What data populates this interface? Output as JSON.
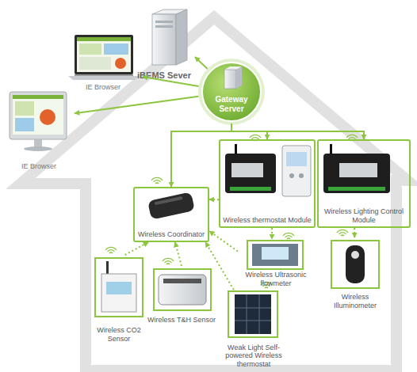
{
  "diagram": {
    "nodes": [
      {
        "text": [
          "iBEMS Sever"
        ]
      },
      {
        "text": [
          "IE Browser"
        ]
      },
      {
        "text": [
          "Gateway Server"
        ]
      },
      {
        "text": [
          "IE Browser"
        ]
      },
      {
        "text": [
          "Wireless thermostat Module"
        ]
      },
      {
        "text": [
          "Wireless Lighting Control Module"
        ]
      },
      {
        "text": [
          "Wireless Coordinator"
        ]
      },
      {
        "text": [
          "Wireless Ultrasonic flowmeter"
        ]
      },
      {
        "text": [
          "Wireless Illuminometer"
        ]
      },
      {
        "text": [
          "Wireless CO2 Sensor"
        ]
      },
      {
        "text": [
          "Wireless T&H Sensor"
        ]
      },
      {
        "text": [
          "Weak Light Self-powered Wireless thermostat"
        ]
      }
    ],
    "edges": [
      {
        "from": 2,
        "to": 0,
        "arrow": "to"
      },
      {
        "from": 2,
        "to": 1,
        "arrow": "to"
      },
      {
        "from": 2,
        "to": 3,
        "arrow": "to"
      },
      {
        "from": 2,
        "to": 6,
        "arrow": "to"
      },
      {
        "from": 2,
        "to": 4,
        "arrow": "to"
      },
      {
        "from": 2,
        "to": 5,
        "arrow": "to"
      },
      {
        "from": 4,
        "to": 6,
        "arrow": "to"
      },
      {
        "from": 4,
        "to": 7,
        "arrow": "to"
      },
      {
        "from": 5,
        "to": 8,
        "arrow": "to"
      },
      {
        "from": 7,
        "to": 6,
        "arrow": "to"
      },
      {
        "from": 9,
        "to": 6,
        "arrow": "to"
      },
      {
        "from": 10,
        "to": 6,
        "arrow": "to"
      },
      {
        "from": 11,
        "to": 6,
        "arrow": "to"
      }
    ]
  }
}
